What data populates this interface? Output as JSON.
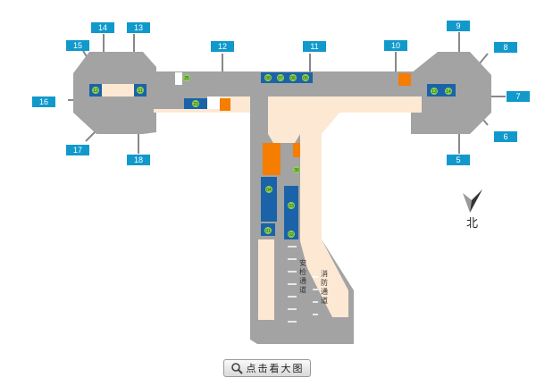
{
  "map": {
    "gates_outer": [
      {
        "id": "g14",
        "label": "14"
      },
      {
        "id": "g13",
        "label": "13"
      },
      {
        "id": "g15",
        "label": "15"
      },
      {
        "id": "g12",
        "label": "12"
      },
      {
        "id": "g11",
        "label": "11"
      },
      {
        "id": "g10",
        "label": "10"
      },
      {
        "id": "g9",
        "label": "9"
      },
      {
        "id": "g8",
        "label": "8"
      },
      {
        "id": "g7",
        "label": "7"
      },
      {
        "id": "g6",
        "label": "6"
      },
      {
        "id": "g5",
        "label": "5"
      },
      {
        "id": "g16",
        "label": "16"
      },
      {
        "id": "g17",
        "label": "17"
      },
      {
        "id": "g18",
        "label": "18"
      }
    ],
    "gates_inner": [
      {
        "id": "i12",
        "label": "12"
      },
      {
        "id": "i11",
        "label": "11"
      },
      {
        "id": "i25",
        "label": "25"
      },
      {
        "id": "i08",
        "label": "08"
      },
      {
        "id": "i07",
        "label": "07"
      },
      {
        "id": "i06",
        "label": "06"
      },
      {
        "id": "i05",
        "label": "05"
      },
      {
        "id": "i23",
        "label": "23"
      },
      {
        "id": "i13",
        "label": "13"
      },
      {
        "id": "i14",
        "label": "14"
      },
      {
        "id": "i30",
        "label": "30"
      },
      {
        "id": "i04",
        "label": "04"
      },
      {
        "id": "i03",
        "label": "03"
      },
      {
        "id": "i01",
        "label": "01"
      },
      {
        "id": "i02",
        "label": "02"
      }
    ],
    "security_label": "安检通道",
    "fire_label": "消防通道",
    "north_label": "北"
  },
  "button": {
    "label": "点击看大图",
    "icon": "magnifier-icon"
  },
  "colors": {
    "wall": "#a3a3a3",
    "floor": "#fde8d4",
    "gate_box": "#1199cc",
    "orange": "#f57d00",
    "blue": "#1b63a8",
    "green_dot": "#8ed14f"
  }
}
